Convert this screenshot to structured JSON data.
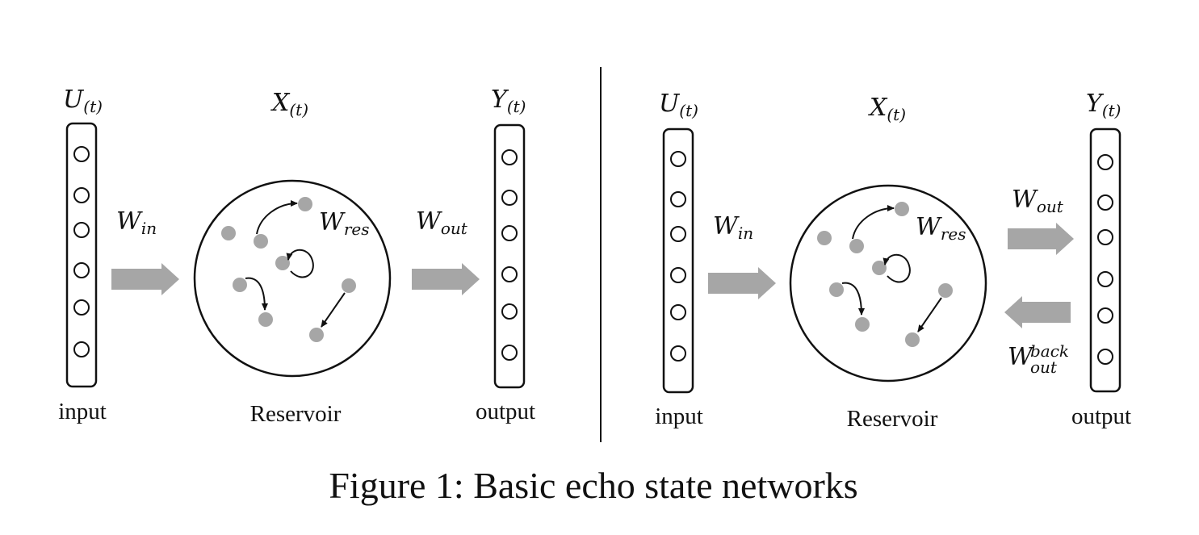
{
  "caption": "Figure 1: Basic echo state networks",
  "left": {
    "input_symbol": "U",
    "input_sub": "(t)",
    "reservoir_symbol": "X",
    "reservoir_sub": "(t)",
    "output_symbol": "Y",
    "output_sub": "(t)",
    "w_in": "W",
    "w_in_sub": "in",
    "w_res": "W",
    "w_res_sub": "res",
    "w_out": "W",
    "w_out_sub": "out",
    "input_label": "input",
    "reservoir_label": "Reservoir",
    "output_label": "output"
  },
  "right": {
    "input_symbol": "U",
    "input_sub": "(t)",
    "reservoir_symbol": "X",
    "reservoir_sub": "(t)",
    "output_symbol": "Y",
    "output_sub": "(t)",
    "w_in": "W",
    "w_in_sub": "in",
    "w_res": "W",
    "w_res_sub": "res",
    "w_out": "W",
    "w_out_sub": "out",
    "w_back": "W",
    "w_back_sub": "out",
    "w_back_sup": "back",
    "input_label": "input",
    "reservoir_label": "Reservoir",
    "output_label": "output"
  },
  "colors": {
    "neuron_fill": "#a6a6a6",
    "arrow_fill": "#a6a6a6",
    "stroke": "#111111"
  }
}
